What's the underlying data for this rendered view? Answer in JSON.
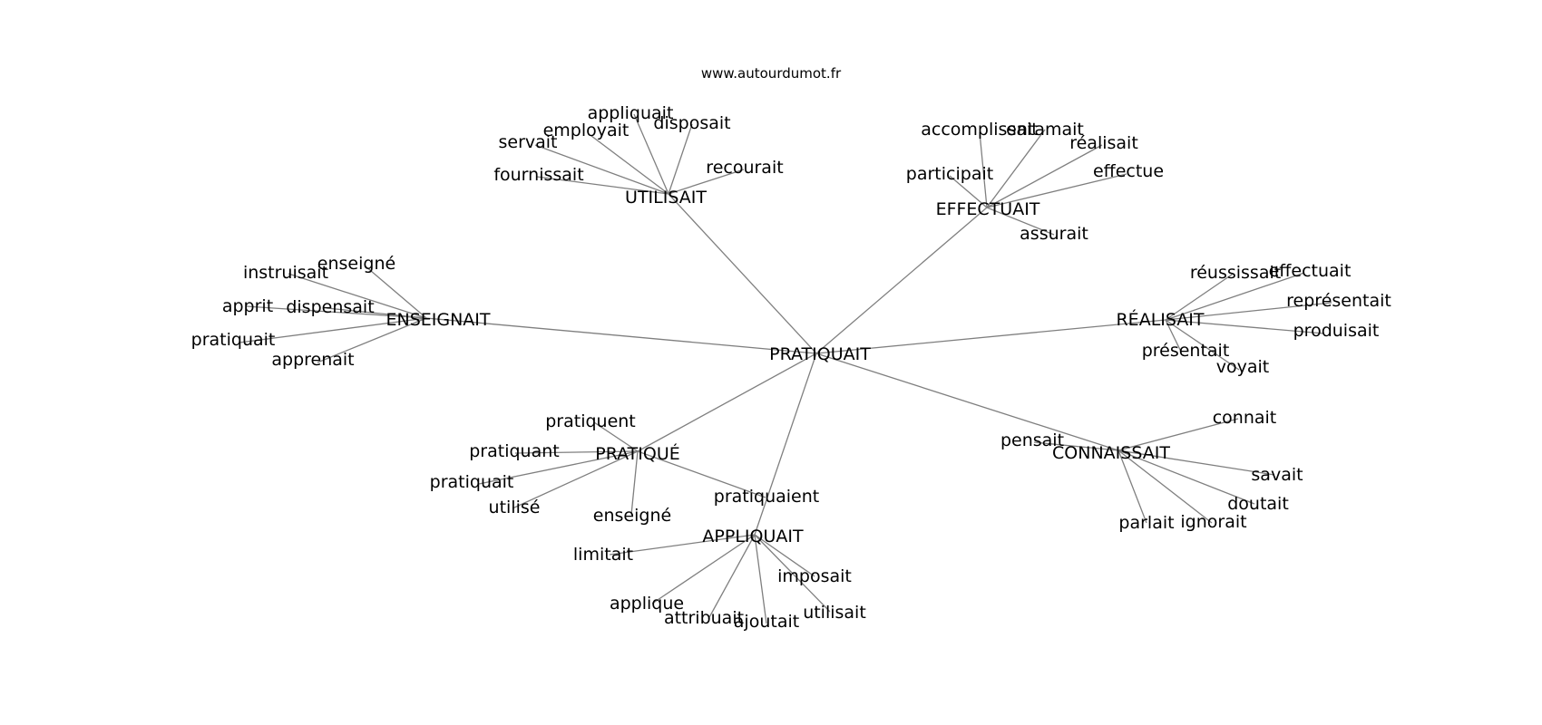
{
  "source": "www.autourdumot.fr",
  "colors": {
    "edge": "#7f7f7f",
    "text": "#000000",
    "background": "#ffffff"
  },
  "graph": {
    "center": "PRATIQUAIT",
    "clusters": [
      {
        "id": "utilisait",
        "label": "UTILISAIT",
        "words": [
          "appliquait",
          "employait",
          "disposait",
          "servait",
          "recourait",
          "fournissait"
        ]
      },
      {
        "id": "effectuait",
        "label": "EFFECTUAIT",
        "words": [
          "accomplissait",
          "entamait",
          "réalisait",
          "participait",
          "effectue",
          "assurait"
        ]
      },
      {
        "id": "enseignait",
        "label": "ENSEIGNAIT",
        "words": [
          "enseigné",
          "instruisait",
          "apprit",
          "dispensait",
          "pratiquait",
          "apprenait"
        ]
      },
      {
        "id": "realisait",
        "label": "RÉALISAIT",
        "words": [
          "réussissait",
          "effectuait",
          "représentait",
          "produisait",
          "présentait",
          "voyait"
        ]
      },
      {
        "id": "pratique",
        "label": "PRATIQUÉ",
        "words": [
          "pratiquent",
          "pratiquant",
          "pratiquait",
          "utilisé",
          "enseigné",
          "pratiquaient"
        ]
      },
      {
        "id": "connaissait",
        "label": "CONNAISSAIT",
        "words": [
          "connait",
          "pensait",
          "savait",
          "doutait",
          "parlait",
          "ignorait"
        ]
      },
      {
        "id": "appliquait",
        "label": "APPLIQUAIT",
        "words": [
          "limitait",
          "imposait",
          "applique",
          "utilisait",
          "attribuait",
          "ajoutait"
        ]
      }
    ]
  }
}
